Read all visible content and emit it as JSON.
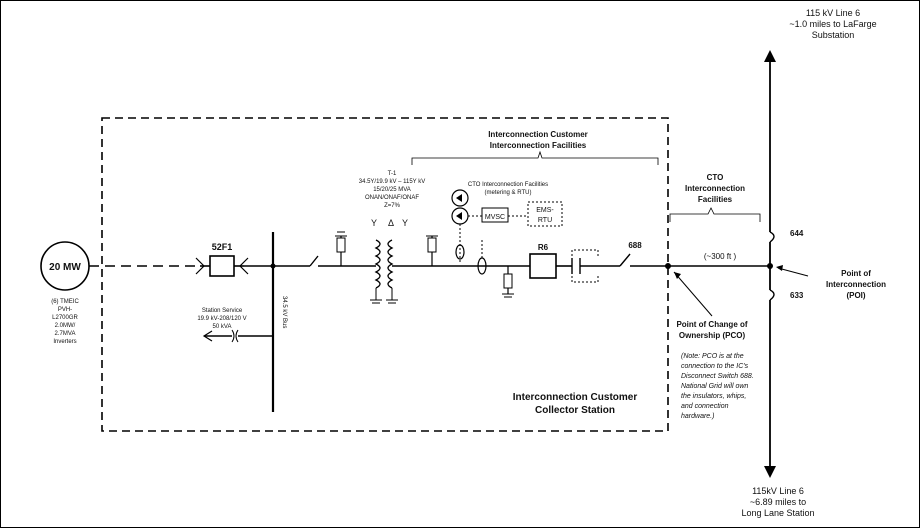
{
  "line_top": {
    "line1": "115 kV Line 6",
    "line2": "~1.0 miles to LaFarge",
    "line3": "Substation"
  },
  "line_bottom": {
    "line1": "115kV Line 6",
    "line2": "~6.89 miles to",
    "line3": "Long Lane Station"
  },
  "generator": {
    "rating": "20 MW",
    "note1": "(6) TMEIC",
    "note2": "PVH-",
    "note3": "L2700GR",
    "note4": "2.0MW/",
    "note5": "2.7MVA",
    "note6": "Inverters"
  },
  "breaker_52f1": "52F1",
  "station_service": {
    "line1": "Station Service",
    "line2": "19.9 kV-208/120 V",
    "line3": "50 kVA"
  },
  "bus_label": "34.5 kV Bus",
  "transformer": {
    "line1": "T-1",
    "line2": "34.5Y/19.9 kV – 115Y kV",
    "line3": "15/20/25 MVA",
    "line4": "ONAN/ONAF/ONAF",
    "line5": "Z=7%"
  },
  "ic_facilities": {
    "line1": "Interconnection Customer",
    "line2": "Interconnection Facilities"
  },
  "cto_metering": {
    "line1": "CTO Interconnection Facilities",
    "line2": "(metering & RTU)"
  },
  "mvsc": "MVSC",
  "ems_rtu": {
    "line1": "EMS-",
    "line2": "RTU"
  },
  "recloser": "R6",
  "switch_688": "688",
  "cto_facilities": {
    "line1": "CTO",
    "line2": "Interconnection",
    "line3": "Facilities"
  },
  "distance": "(~300 ft )",
  "switch_644": "644",
  "switch_633": "633",
  "poi": {
    "line1": "Point of",
    "line2": "Interconnection",
    "line3": "(POI)"
  },
  "pco": {
    "line1": "Point of Change of",
    "line2": "Ownership (PCO)"
  },
  "note": {
    "line1": "(Note: PCO is at the",
    "line2": "connection to the IC's",
    "line3": "Disconnect Switch 688.",
    "line4": "National Grid will own",
    "line5": "the insulators, whips,",
    "line6": "and connection",
    "line7": "hardware.)"
  },
  "station": {
    "line1": "Interconnection Customer",
    "line2": "Collector Station"
  }
}
